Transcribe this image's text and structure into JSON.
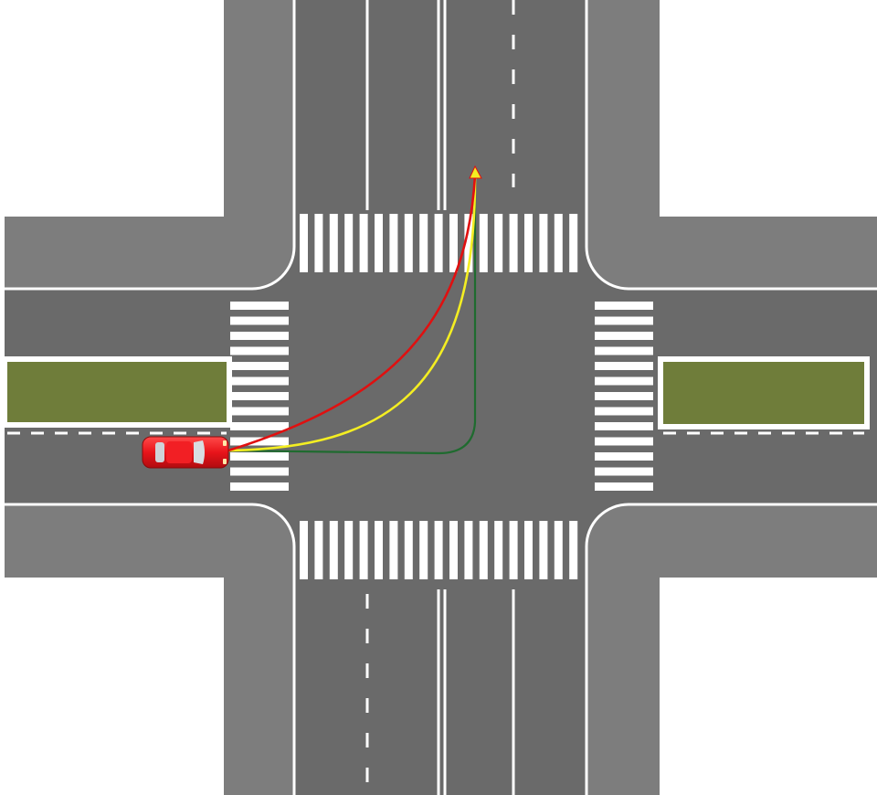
{
  "scene": {
    "type": "intersection-diagram",
    "colors": {
      "background": "#ffffff",
      "sidewalk": "#7d7d7d",
      "road": "#6a6a6a",
      "markings": "#ffffff",
      "median_grass": "#6f7d3a",
      "car_body": "#e8141a",
      "path_red": "#e01010",
      "path_yellow": "#f4ee22",
      "path_green": "#1f6b2f"
    },
    "vehicle": {
      "name": "red-car",
      "facing": "east"
    },
    "paths": [
      {
        "name": "red-turn-path",
        "color": "#e01010",
        "shape": "wide-arc"
      },
      {
        "name": "yellow-turn-path",
        "color": "#f4ee22",
        "shape": "medium-arc",
        "arrowhead": true
      },
      {
        "name": "green-turn-path",
        "color": "#1f6b2f",
        "shape": "sharp-corner"
      }
    ],
    "crosswalks": [
      "north",
      "south",
      "west",
      "east"
    ],
    "medians": [
      "west",
      "east"
    ]
  }
}
